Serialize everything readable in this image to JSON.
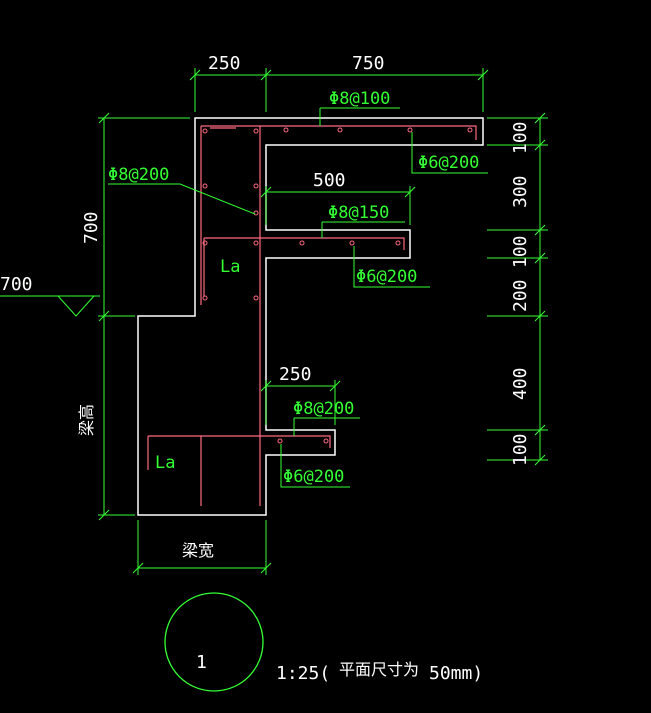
{
  "dims_top": {
    "d1": "250",
    "d2": "750"
  },
  "dim_mid_500": "500",
  "dim_low_250": "250",
  "dim_left_700": "700",
  "level_700": "700",
  "left_vertical_label": "梁高",
  "bottom_width_label": "梁宽",
  "right_dims": [
    "100",
    "300",
    "100",
    "200",
    "400",
    "100"
  ],
  "rebar_labels": {
    "top_8_100": "Φ8@100",
    "top_6_200": "Φ6@200",
    "left_8_200": "Φ8@200",
    "mid_8_150": "Φ8@150",
    "mid_6_200": "Φ6@200",
    "low_8_200": "Φ8@200",
    "low_6_200": "Φ6@200",
    "la_upper": "La",
    "la_lower": "La"
  },
  "detail_number": "1",
  "scale_prefix": "1:25(",
  "scale_text": "平面尺寸为",
  "scale_suffix": "50mm)",
  "colors": {
    "dim": "#33ff33",
    "outline": "#ffffff",
    "rebar": "#ff6a80",
    "text": "#ffffff"
  }
}
